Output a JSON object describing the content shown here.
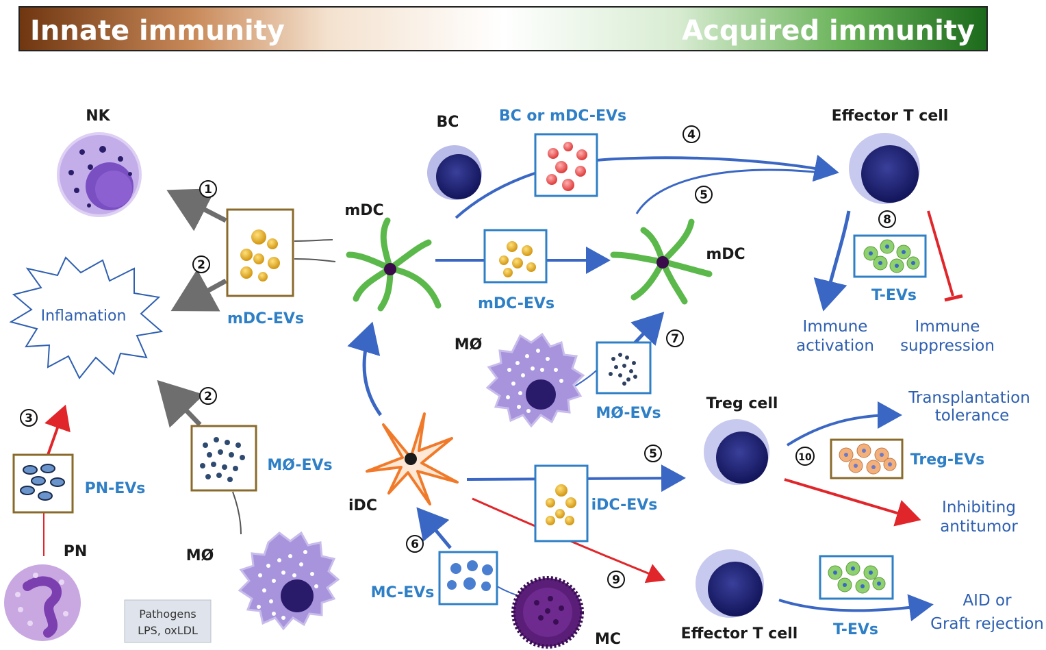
{
  "banner": {
    "left": "Innate immunity",
    "right": "Acquired immunity",
    "color_left": "#7a3d12",
    "color_right": "#1e6b1e"
  },
  "cells": {
    "nk": "NK",
    "bc": "BC",
    "mdc_center": "mDC",
    "mdc_right": "mDC",
    "effector_top": "Effector T cell",
    "mo_middle": "MØ",
    "mo_bottom": "MØ",
    "treg": "Treg cell",
    "idc": "iDC",
    "pn": "PN",
    "mc": "MC",
    "effector_bottom": "Effector T cell"
  },
  "evs": {
    "bc_or_mdc": "BC or mDC-EVs",
    "mdc_left": "mDC-EVs",
    "mdc_mid": "mDC-EVs",
    "mo_mid": "MØ-EVs",
    "mo_left": "MØ-EVs",
    "pn": "PN-EVs",
    "idc": "iDC-EVs",
    "mc": "MC-EVs",
    "t_top": "T-EVs",
    "treg": "Treg-EVs",
    "t_bottom": "T-EVs"
  },
  "inflammation": "Inflamation",
  "pathogens": {
    "line1": "Pathogens",
    "line2": "LPS, oxLDL"
  },
  "outcomes": {
    "immune_activation": [
      "Immune",
      "activation"
    ],
    "immune_suppression": [
      "Immune",
      "suppression"
    ],
    "transplantation": [
      "Transplantation",
      "tolerance"
    ],
    "inhibiting": [
      "Inhibiting",
      "antitumor"
    ],
    "aid": [
      "AID or",
      "Graft rejection"
    ]
  },
  "numbers": {
    "n1": "1",
    "n2a": "2",
    "n2b": "2",
    "n3": "3",
    "n4": "4",
    "n5a": "5",
    "n5b": "5",
    "n6": "6",
    "n7": "7",
    "n8": "8",
    "n9": "9",
    "n10": "10"
  },
  "colors": {
    "arrow_blue": "#3a66c4",
    "arrow_gray": "#6e6e6e",
    "arrow_red": "#e0262a",
    "mdc_green": "#5bb84a",
    "idc_orange": "#f07a2a",
    "cell_navy": "#1f2470",
    "ev_label_blue": "#2e7fc6"
  }
}
